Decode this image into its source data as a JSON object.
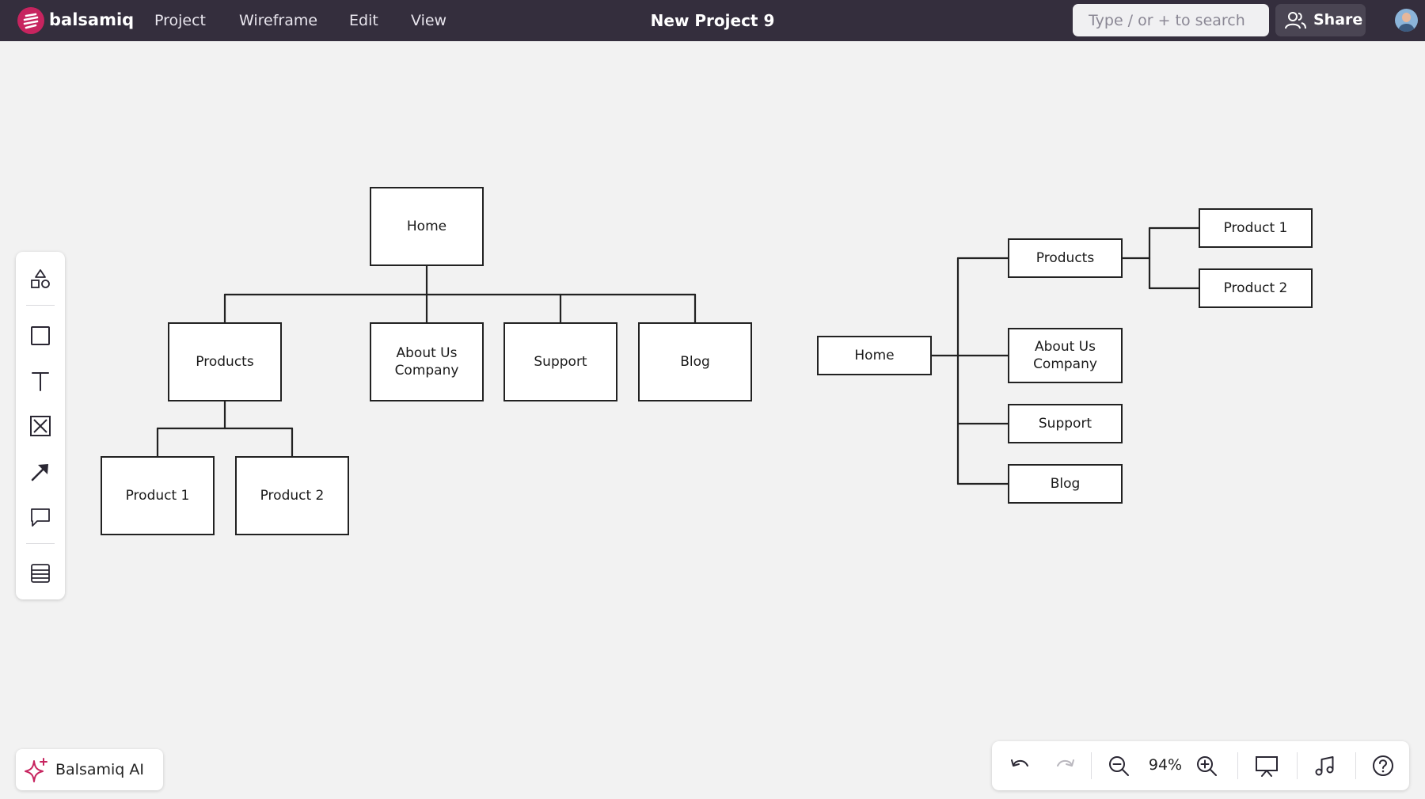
{
  "app": {
    "brand": "balsamiq",
    "project_title": "New Project 9"
  },
  "menu": {
    "items": [
      "Project",
      "Wireframe",
      "Edit",
      "View"
    ]
  },
  "search": {
    "placeholder": "Type / or + to search"
  },
  "share": {
    "label": "Share"
  },
  "toolbar": {
    "tools": [
      "shapes-icon",
      "rectangle-icon",
      "text-icon",
      "image-placeholder-icon",
      "arrow-icon",
      "comment-icon",
      "list-icon"
    ]
  },
  "wireframe": {
    "vertical_tree": {
      "root": "Home",
      "children": [
        "Products",
        "About Us\nCompany",
        "Support",
        "Blog"
      ],
      "products_children": [
        "Product 1",
        "Product 2"
      ]
    },
    "horizontal_tree": {
      "root": "Home",
      "children": [
        "Products",
        "About Us\nCompany",
        "Support",
        "Blog"
      ],
      "products_children": [
        "Product 1",
        "Product 2"
      ]
    }
  },
  "ai": {
    "label": "Balsamiq AI"
  },
  "zoom": {
    "value": "94%"
  },
  "colors": {
    "topbar": "#342e3d",
    "brand": "#c7245f",
    "canvas": "#f2f2f2"
  }
}
